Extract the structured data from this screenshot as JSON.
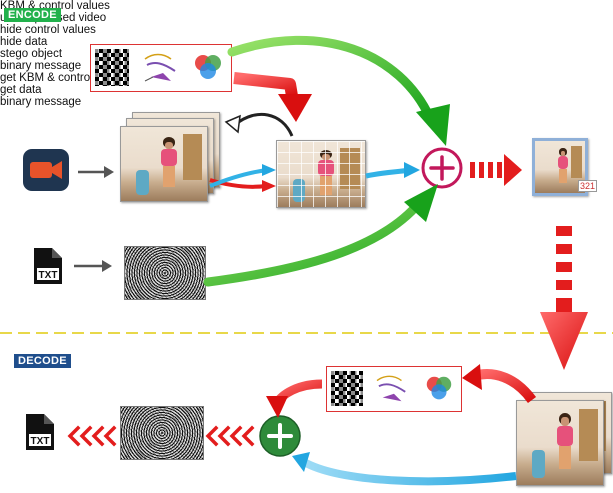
{
  "encode": {
    "tag": "ENCODE",
    "tag_color": "#22b14c",
    "kbm_label": "KBM & control values",
    "uncompressed_video": "uncompressed video",
    "hide_control_values": "hide control values",
    "hide_data": "hide data",
    "stego_object": "stego object",
    "binary_message": "binary message",
    "txt_label": "TXT",
    "rgb_caption": "RGB",
    "stego_badge": "321"
  },
  "decode": {
    "tag": "DECODE",
    "tag_color": "#1f4e8c",
    "get_kbm_label": "get KBM & control values",
    "get_data": "get data",
    "binary_message": "binary message",
    "txt_label": "TXT",
    "rgb_caption": "RGB"
  },
  "colors": {
    "green_arrow": "#2fbf22",
    "red_arrow": "#e31d1d",
    "blue_arrow": "#32b2e6",
    "plus_encode": "#c2185b",
    "plus_decode": "#2e8b3a",
    "divider": "#e8d84a"
  }
}
